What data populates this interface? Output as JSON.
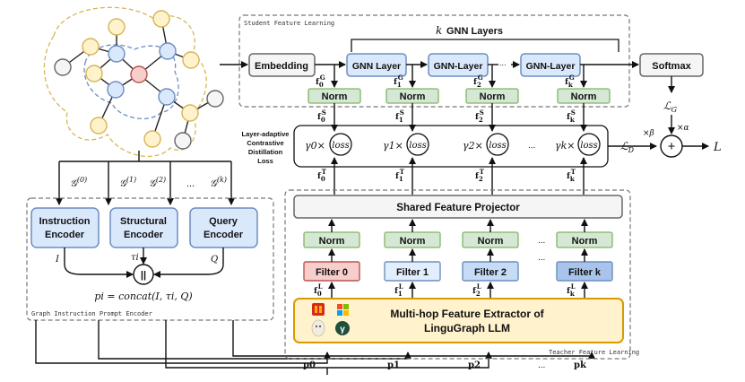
{
  "sections": {
    "student": "Student Feature Learning",
    "teacher": "Teacher Feature Learning",
    "encoder": "Graph Instruction Prompt Encoder"
  },
  "gnn_layers_label": "GNN Layers",
  "gnn_k": "k",
  "embedding": "Embedding",
  "gnn_layer_1": "GNN Layer",
  "gnn_layer_2": "GNN-Layer",
  "gnn_layer_k": "GNN-Layer",
  "softmax": "Softmax",
  "norm_label": "Norm",
  "loss_word": "loss",
  "distill_label": [
    "Layer-adaptive",
    "Contrastive",
    "Distillation",
    "Loss"
  ],
  "gammas": [
    "γ0×",
    "γ1×",
    "γ2×",
    "γk×"
  ],
  "ellipsis": "...",
  "f_student_G": [
    "f0G",
    "f1G",
    "f2G",
    "fkG"
  ],
  "f_student_S": [
    "f0S",
    "f1S",
    "f2S",
    "fkS"
  ],
  "f_teacher_T": [
    "f0T",
    "f1T",
    "f2T",
    "fkT"
  ],
  "f_teacher_L": [
    "f0L",
    "f1L",
    "f2L",
    "fkL"
  ],
  "L_G": "LG",
  "L_D": "LD",
  "L": "L",
  "alpha": "×α",
  "beta": "×β",
  "plus": "+",
  "projector": "Shared Feature Projector",
  "filters": [
    "Filter 0",
    "Filter 1",
    "Filter 2",
    "Filter k"
  ],
  "extractor": [
    "Multi-hop Feature Extractor of",
    "LinguGraph LLM"
  ],
  "subgraphs": [
    "G(0)",
    "G(1)",
    "G(2)",
    "...",
    "G(k)"
  ],
  "encoders": {
    "instruction": [
      "Instruction",
      "Encoder"
    ],
    "structural": [
      "Structural",
      "Encoder"
    ],
    "query": [
      "Query",
      "Encoder"
    ]
  },
  "enc_outputs": [
    "I",
    "τi",
    "Q"
  ],
  "concat_symbol": "||",
  "prompt_formula": "pi = concat(I, τi, Q)",
  "prompts": [
    "p0",
    "p1",
    "p2",
    "...",
    "pk"
  ],
  "colors": {
    "norm_fill": "#d5e8d4",
    "norm_stroke": "#82b366",
    "blue_fill": "#dae8fc",
    "blue_stroke": "#6c8ebf",
    "red_fill": "#f8cecc",
    "red_stroke": "#b85450",
    "gray_fill": "#f5f5f5",
    "gray_stroke": "#666666",
    "yellow_fill": "#fff2cc",
    "yellow_stroke": "#d6b656",
    "extractor_stroke": "#d79b00"
  }
}
